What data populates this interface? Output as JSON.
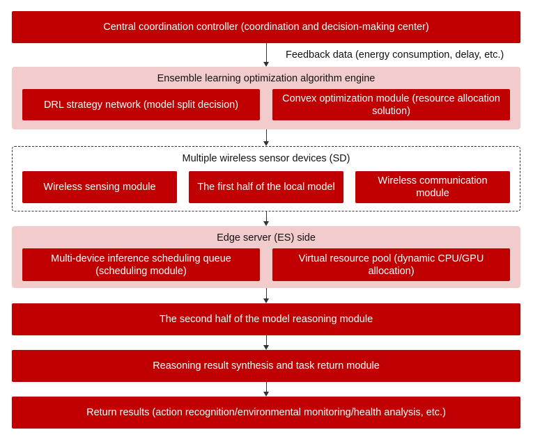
{
  "central_controller": "Central coordination controller (coordination and decision-making center)",
  "feedback_label": "Feedback data (energy consumption, delay, etc.)",
  "ensemble": {
    "title": "Ensemble learning optimization algorithm engine",
    "drl": "DRL strategy network (model split decision)",
    "convex": "Convex optimization module (resource allocation solution)"
  },
  "sensor_devices": {
    "title": "Multiple wireless sensor devices (SD)",
    "sensing": "Wireless sensing module",
    "first_half": "The first half of the local model",
    "communication": "Wireless communication module"
  },
  "edge_server": {
    "title": "Edge server (ES) side",
    "scheduling": "Multi-device inference scheduling queue (scheduling module)",
    "resource_pool": "Virtual resource pool (dynamic CPU/GPU allocation)"
  },
  "second_half": "The second half of the model reasoning module",
  "synthesis": "Reasoning result synthesis and task return module",
  "return_results": "Return results (action recognition/environmental monitoring/health analysis, etc.)",
  "colors": {
    "box_fill": "#c00000",
    "group_fill": "#f2cccc",
    "arrow": "#333333"
  }
}
